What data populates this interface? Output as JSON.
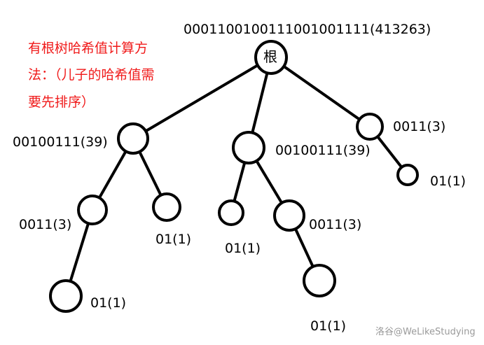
{
  "note": [
    "有根树哈希值计算方",
    "法：（儿子的哈希值需",
    "要先排序）"
  ],
  "root": {
    "char": "根",
    "hash": "0001100100111001001111(413263)"
  },
  "labels": {
    "a": "00100111(39)",
    "b": "00100111(39)",
    "c": "0011(3)",
    "c1": "01(1)",
    "a1": "0011(3)",
    "a2": "01(1)",
    "a11": "01(1)",
    "b1": "01(1)",
    "b2": "0011(3)",
    "b21": "01(1)"
  },
  "watermark": "洛谷@WeLikeStudying"
}
